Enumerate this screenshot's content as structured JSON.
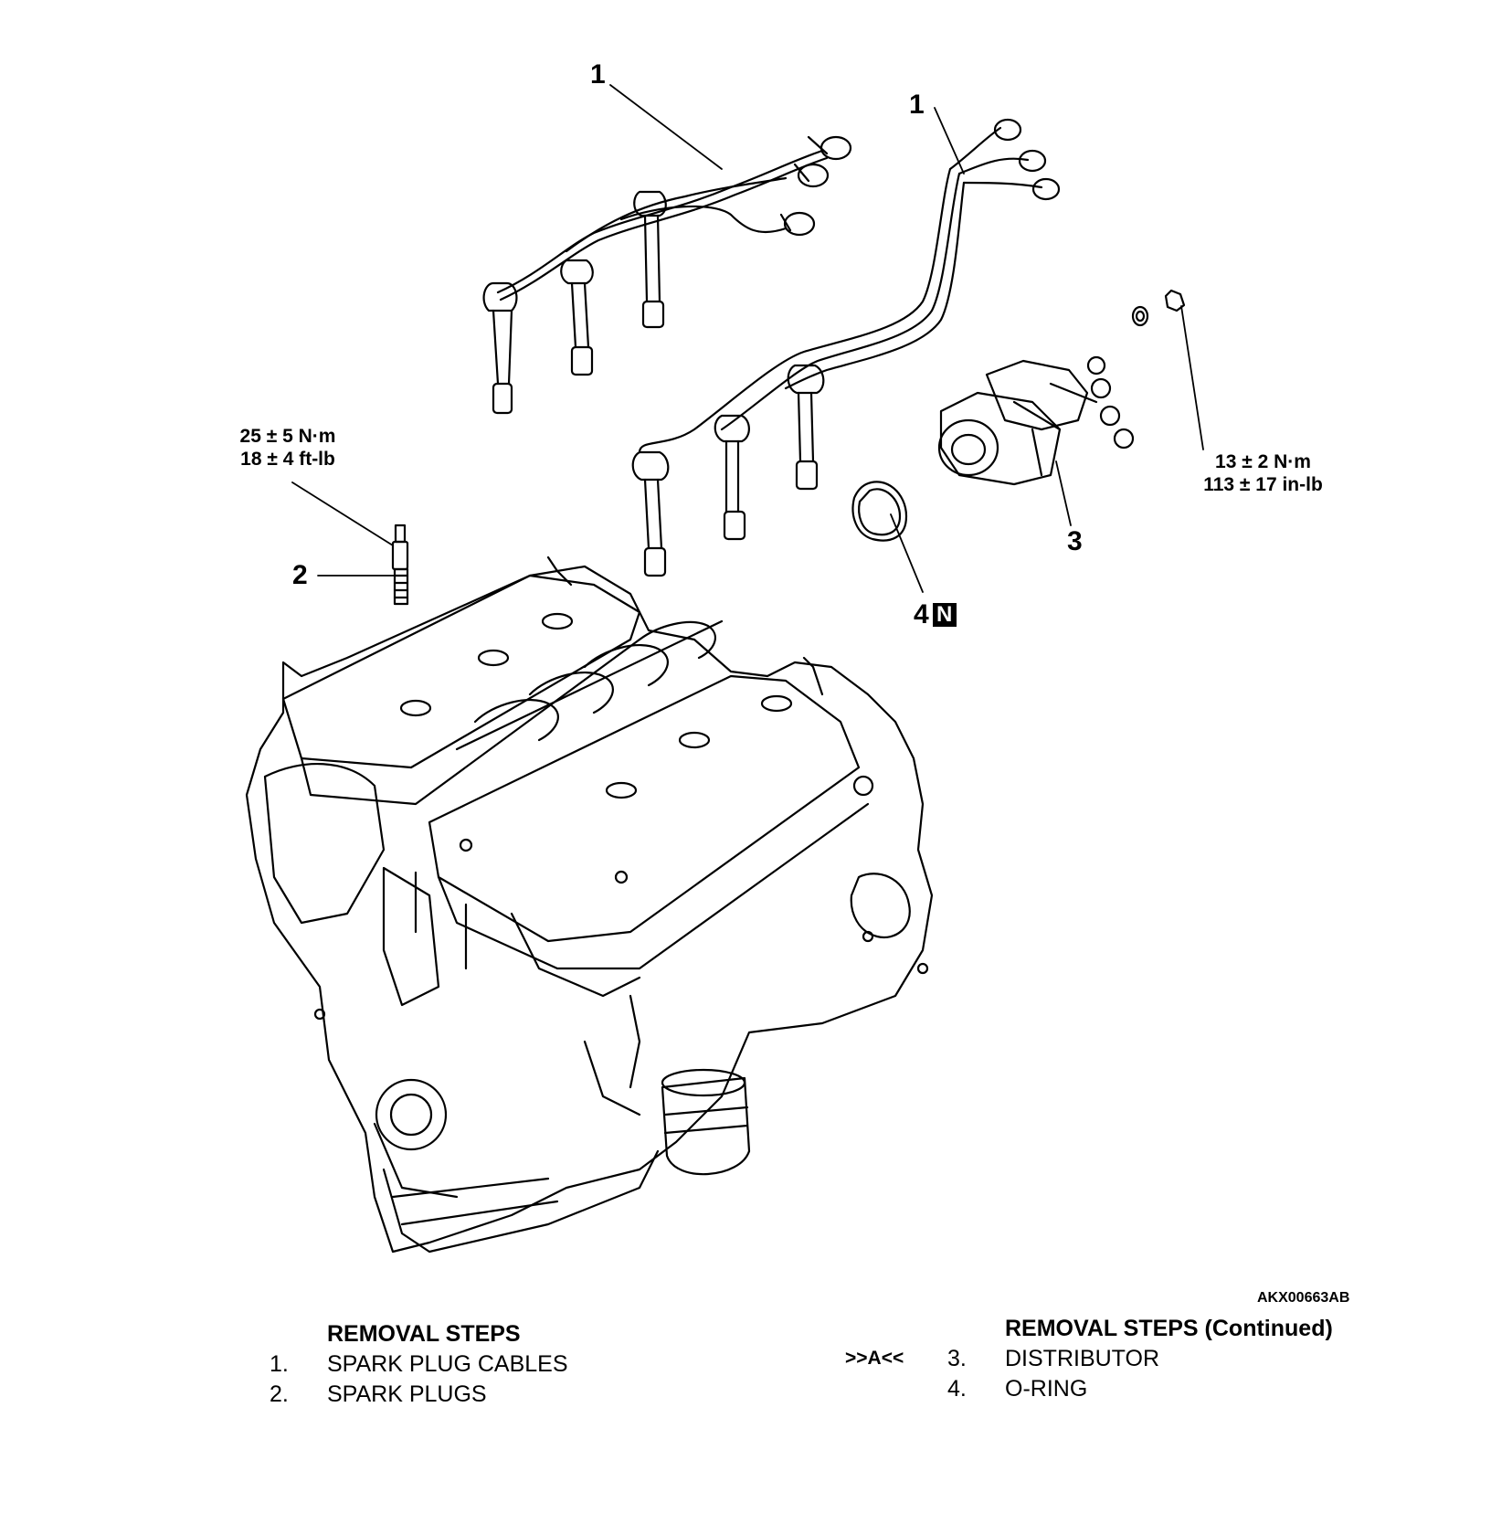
{
  "figure": {
    "id": "AKX00663AB",
    "callouts": {
      "cables_left": "1",
      "cables_right": "1",
      "spark_plug": "2",
      "distributor": "3",
      "o_ring": "4",
      "o_ring_badge": "N"
    },
    "torque": {
      "spark_plug_metric": "25 ± 5 N·m",
      "spark_plug_imperial": "18 ± 4 ft-lb",
      "distributor_metric": "13 ± 2 N·m",
      "distributor_imperial": "113 ± 17 in-lb"
    }
  },
  "removal_steps": {
    "left": {
      "heading": "REMOVAL STEPS",
      "items": [
        {
          "num": "1.",
          "label": "SPARK PLUG CABLES"
        },
        {
          "num": "2.",
          "label": "SPARK PLUGS"
        }
      ]
    },
    "right": {
      "heading": "REMOVAL STEPS (Continued)",
      "items": [
        {
          "ref": ">>A<<",
          "num": "3.",
          "label": "DISTRIBUTOR"
        },
        {
          "num": "4.",
          "label": "O-RING"
        }
      ]
    }
  }
}
